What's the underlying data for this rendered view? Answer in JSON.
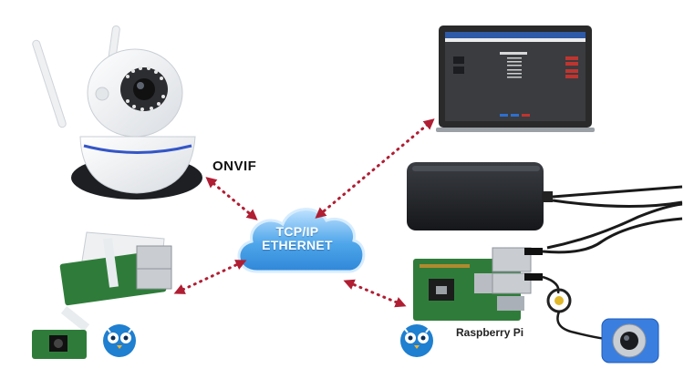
{
  "labels": {
    "onvif": "ONVIF",
    "cloud_line1": "TCP/IP",
    "cloud_line2": "ETHERNET",
    "rpi": "Raspberry Pi"
  },
  "colors": {
    "arrow": "#b01e33",
    "cloud_fill": "#3f9ae4",
    "cloud_light": "#9fd0fa",
    "owl_blue": "#1f7fd0",
    "laptop_frame": "#2a2a2a",
    "pcb_green": "#2f7c3a"
  },
  "icons": {
    "left_owl": "owl-logo-icon",
    "right_owl": "owl-logo-icon",
    "cloud": "cloud-icon"
  }
}
